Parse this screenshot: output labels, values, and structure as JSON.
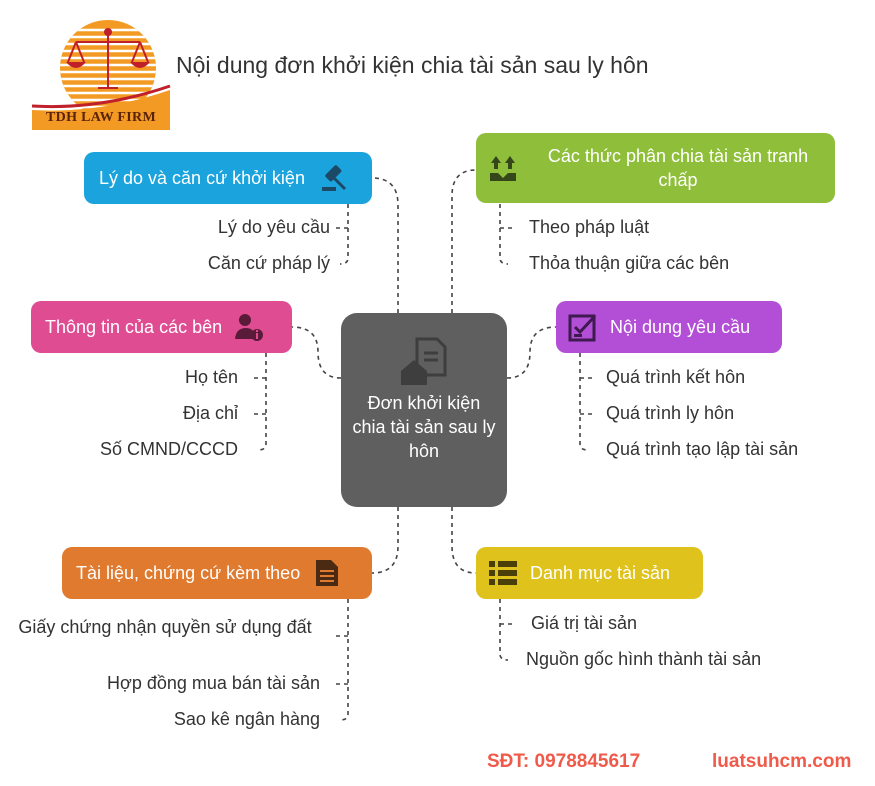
{
  "header": {
    "title": "Nội dung đơn khởi kiện chia tài sản sau ly hôn"
  },
  "logo": {
    "text": "TDH LAW FIRM",
    "icon": "scales-of-justice-icon"
  },
  "center": {
    "label": "Đơn khởi kiện chia tài sản sau ly hôn",
    "icon": "document-house-icon",
    "color": "#5f5f5f"
  },
  "branches": {
    "reasons": {
      "label": "Lý do và căn cứ khởi kiện",
      "color": "#1aa3dd",
      "icon": "gavel-icon",
      "items": [
        "Lý do yêu cầu",
        "Căn cứ pháp lý"
      ]
    },
    "parties": {
      "label": "Thông tin của các bên",
      "color": "#e04c92",
      "icon": "user-info-icon",
      "items": [
        "Họ tên",
        "Địa chỉ",
        "Số CMND/CCCD"
      ]
    },
    "evidence": {
      "label": "Tài liệu, chứng cứ kèm theo",
      "color": "#e07a2e",
      "icon": "file-text-icon",
      "items": [
        "Giấy chứng nhận quyền sử dụng đất",
        "Hợp đồng mua bán tài sản",
        "Sao kê ngân hàng"
      ]
    },
    "methods": {
      "label": "Các thức phân chia tài sản tranh chấp",
      "color": "#8fbf3a",
      "icon": "split-arrows-icon",
      "items": [
        "Theo pháp luật",
        "Thỏa thuận giữa các bên"
      ]
    },
    "request": {
      "label": "Nội dung yêu cầu",
      "color": "#b24fd6",
      "icon": "checked-form-icon",
      "items": [
        "Quá trình kết hôn",
        "Quá trình ly hôn",
        "Quá trình tạo lập tài sản"
      ]
    },
    "assets": {
      "label": "Danh mục tài sản",
      "color": "#dfc21c",
      "icon": "list-icon",
      "items": [
        "Giá trị tài sản",
        "Nguồn gốc hình thành tài sản"
      ]
    }
  },
  "footer": {
    "phone": "SĐT: 0978845617",
    "website": "luatsuhcm.com"
  }
}
